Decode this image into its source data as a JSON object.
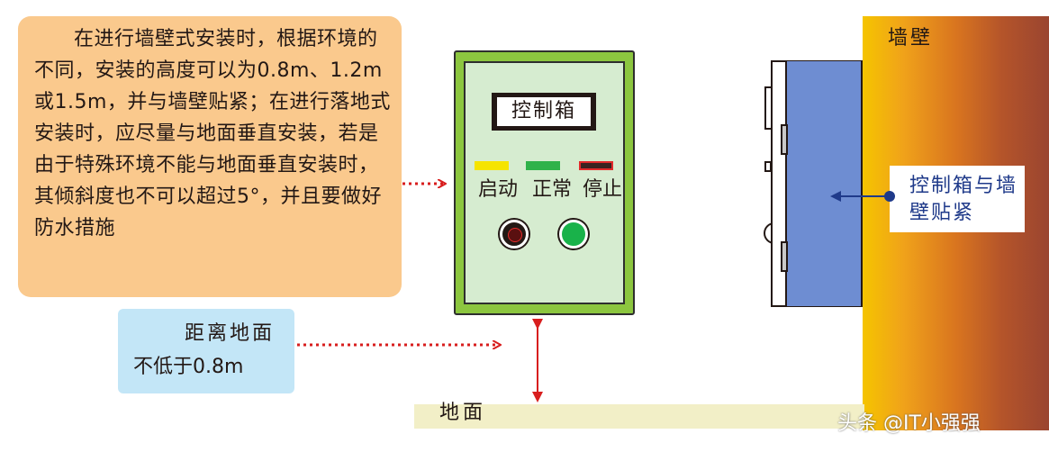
{
  "note": {
    "text": "在进行墙壁式安装时，根据环境的不同，安装的高度可以为0.8m、1.2m或1.5m，并与墙壁贴紧；在进行落地式安装时，应尽量与地面垂直安装，若是由于特殊环境不能与地面垂直安装时，其倾斜度也不可以超过5°，并且要做好防水措施"
  },
  "distance": {
    "line1": "距离地面",
    "line2": "不低于0.8m"
  },
  "cabinet": {
    "label": "控制箱",
    "lamps": [
      "启动",
      "正常",
      "停止"
    ]
  },
  "wall": {
    "label": "墙壁"
  },
  "floor": {
    "label": "地面"
  },
  "callout": {
    "text": "控制箱与墙壁贴紧"
  },
  "watermark": "头条 @IT小强强",
  "colors": {
    "note_bg": "#fac98d",
    "distance_bg": "#c3e6f7",
    "cabinet_body": "#8cc63f",
    "cabinet_panel": "#d6ecd0",
    "lamp_start": "#f5e400",
    "lamp_normal": "#2fb24a",
    "lamp_stop": "#e22b2b",
    "arrow_red": "#d81e1e",
    "callout_blue": "#1f3a8a",
    "side_box_blue": "#6e8dd2"
  }
}
